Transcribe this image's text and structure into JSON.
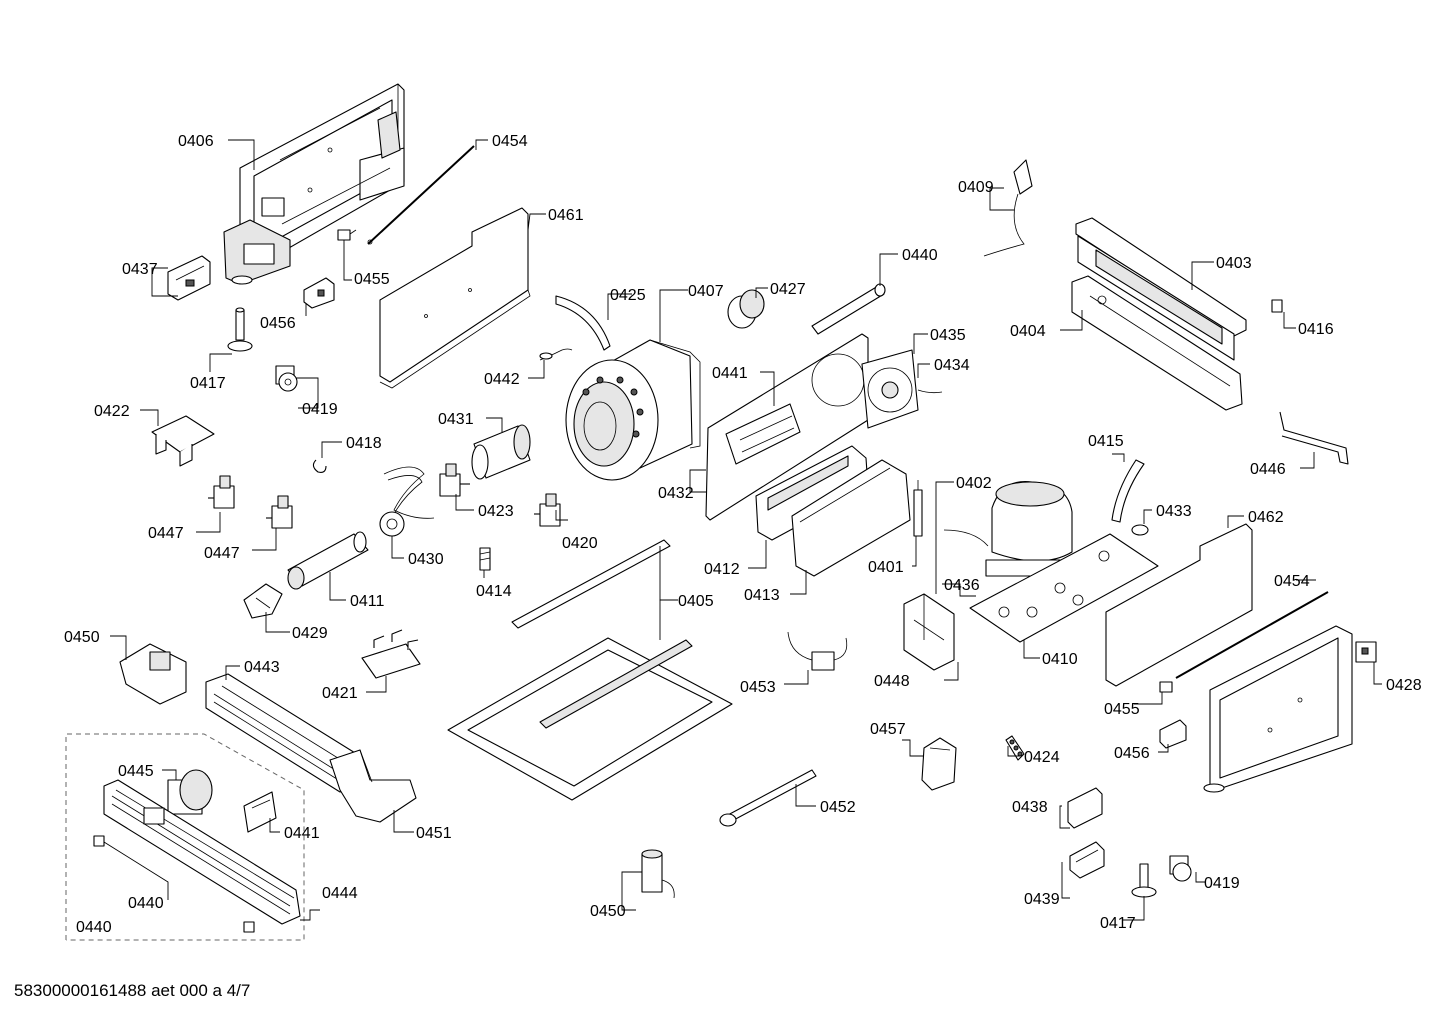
{
  "labels": {
    "p0406": "0406",
    "p0454a": "0454",
    "p0461": "0461",
    "p0437": "0437",
    "p0455a": "0455",
    "p0456a": "0456",
    "p0417a": "0417",
    "p0419a": "0419",
    "p0422": "0422",
    "p0418": "0418",
    "p0447a": "0447",
    "p0447b": "0447",
    "p0430": "0430",
    "p0411": "0411",
    "p0429": "0429",
    "p0425": "0425",
    "p0407": "0407",
    "p0427": "0427",
    "p0440a": "0440",
    "p0442": "0442",
    "p0431": "0431",
    "p0423": "0423",
    "p0420": "0420",
    "p0414": "0414",
    "p0441a": "0441",
    "p0432": "0432",
    "p0435": "0435",
    "p0434": "0434",
    "p0409": "0409",
    "p0403": "0403",
    "p0404": "0404",
    "p0416": "0416",
    "p0446": "0446",
    "p0415": "0415",
    "p0402": "0402",
    "p0433": "0433",
    "p0462": "0462",
    "p0412": "0412",
    "p0413": "0413",
    "p0401": "0401",
    "p0436": "0436",
    "p0454b": "0454",
    "p0410": "0410",
    "p0428": "0428",
    "p0448": "0448",
    "p0405": "0405",
    "p0453": "0453",
    "p0421": "0421",
    "p0450a": "0450",
    "p0443": "0443",
    "p0455b": "0455",
    "p0456b": "0456",
    "p0457": "0457",
    "p0424": "0424",
    "p0445": "0445",
    "p0441b": "0441",
    "p0451": "0451",
    "p0452": "0452",
    "p0438": "0438",
    "p0440b": "0440",
    "p0444": "0444",
    "p0440c": "0440",
    "p0450b": "0450",
    "p0439": "0439",
    "p0417b": "0417",
    "p0419b": "0419"
  },
  "footer": {
    "drawing_id": "58300000161488 aet 000 a 4/7"
  }
}
